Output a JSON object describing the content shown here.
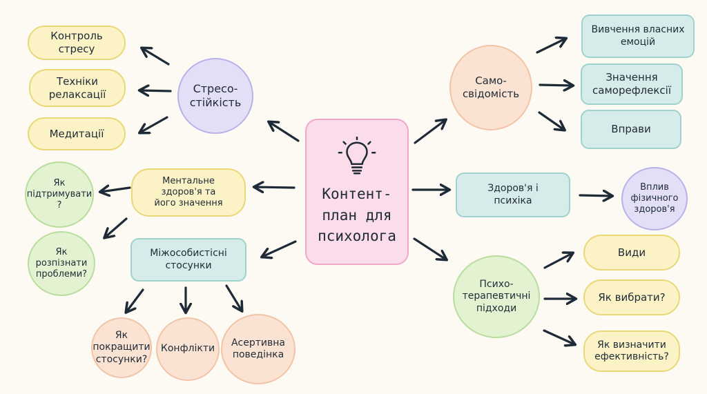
{
  "center": {
    "label": "Контент-\nплан для\nпсихолога",
    "icon": "lightbulb-icon"
  },
  "branches": {
    "stress": {
      "label": "Стресо-\nстійкість",
      "items": [
        "Контроль\nстресу",
        "Техніки\nрелаксації",
        "Медитації"
      ]
    },
    "mental": {
      "label": "Ментальне\nздоров'я та\nйого значення",
      "items": [
        "Як\nпідтримувати ?",
        "Як\nрозпізнати\nпроблеми?"
      ]
    },
    "relations": {
      "label": "Міжособистісні\nстосунки",
      "items": [
        "Як\nпокращити\nстосунки?",
        "Конфлікти",
        "Асертивна\nповедінка"
      ]
    },
    "awareness": {
      "label": "Само-\nсвідомість",
      "items": [
        "Вивчення власних\nемоцій",
        "Значення\nсаморефлексії",
        "Вправи"
      ]
    },
    "health": {
      "label": "Здоров'я і\nпсихіка",
      "items": [
        "Вплив\nфізичного\nздоров'я"
      ]
    },
    "therapy": {
      "label": "Психо-\nтерапевтичні\nпідходи",
      "items": [
        "Види",
        "Як вибрати?",
        "Як визначити\nефективність?"
      ]
    }
  },
  "colors": {
    "yellow": "#fbf3c6",
    "teal": "#d6ecea",
    "peach": "#fbe3d4",
    "green": "#e3f3d2",
    "purple": "#e2dff7",
    "pink": "#fbdcea",
    "arrow": "#1e2a36"
  }
}
